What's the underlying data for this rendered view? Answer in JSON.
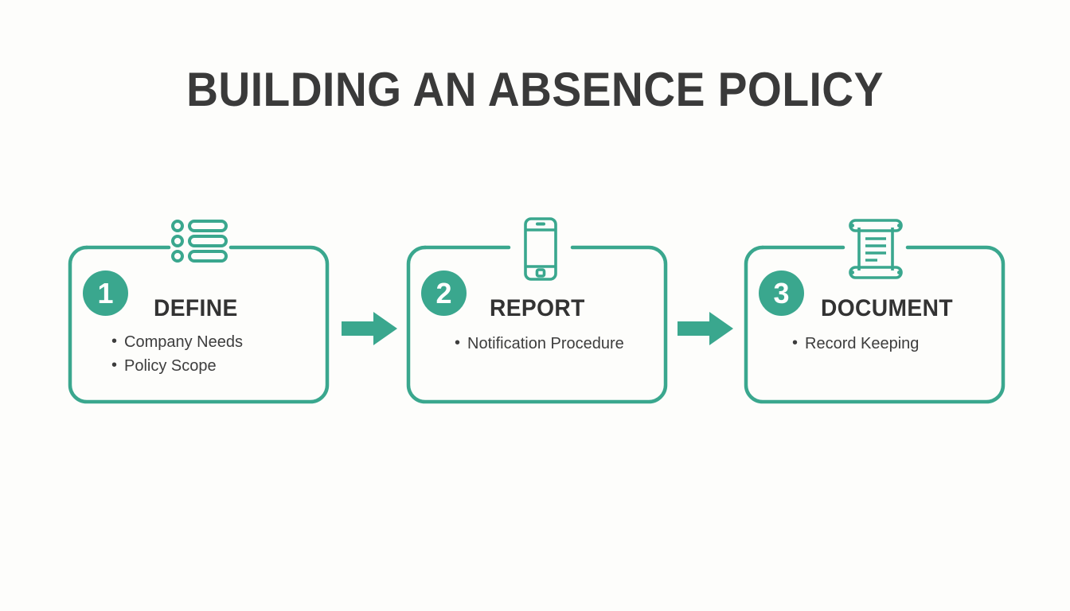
{
  "page": {
    "title": "BUILDING AN ABSENCE POLICY",
    "background_color": "#fdfdfb",
    "accent_color": "#3aa78e",
    "title_color": "#3a3a3a",
    "text_color": "#3d3d3d"
  },
  "steps": [
    {
      "number": "1",
      "title": "DEFINE",
      "icon": "checklist-icon",
      "bullets": [
        "Company Needs",
        "Policy Scope"
      ]
    },
    {
      "number": "2",
      "title": "REPORT",
      "icon": "mobile-phone-icon",
      "bullets": [
        "Notification Procedure"
      ]
    },
    {
      "number": "3",
      "title": "DOCUMENT",
      "icon": "scroll-document-icon",
      "bullets": [
        "Record Keeping"
      ]
    }
  ],
  "connectors": [
    {
      "name": "arrow-step-1-to-2",
      "direction": "right"
    },
    {
      "name": "arrow-step-2-to-3",
      "direction": "right"
    }
  ]
}
